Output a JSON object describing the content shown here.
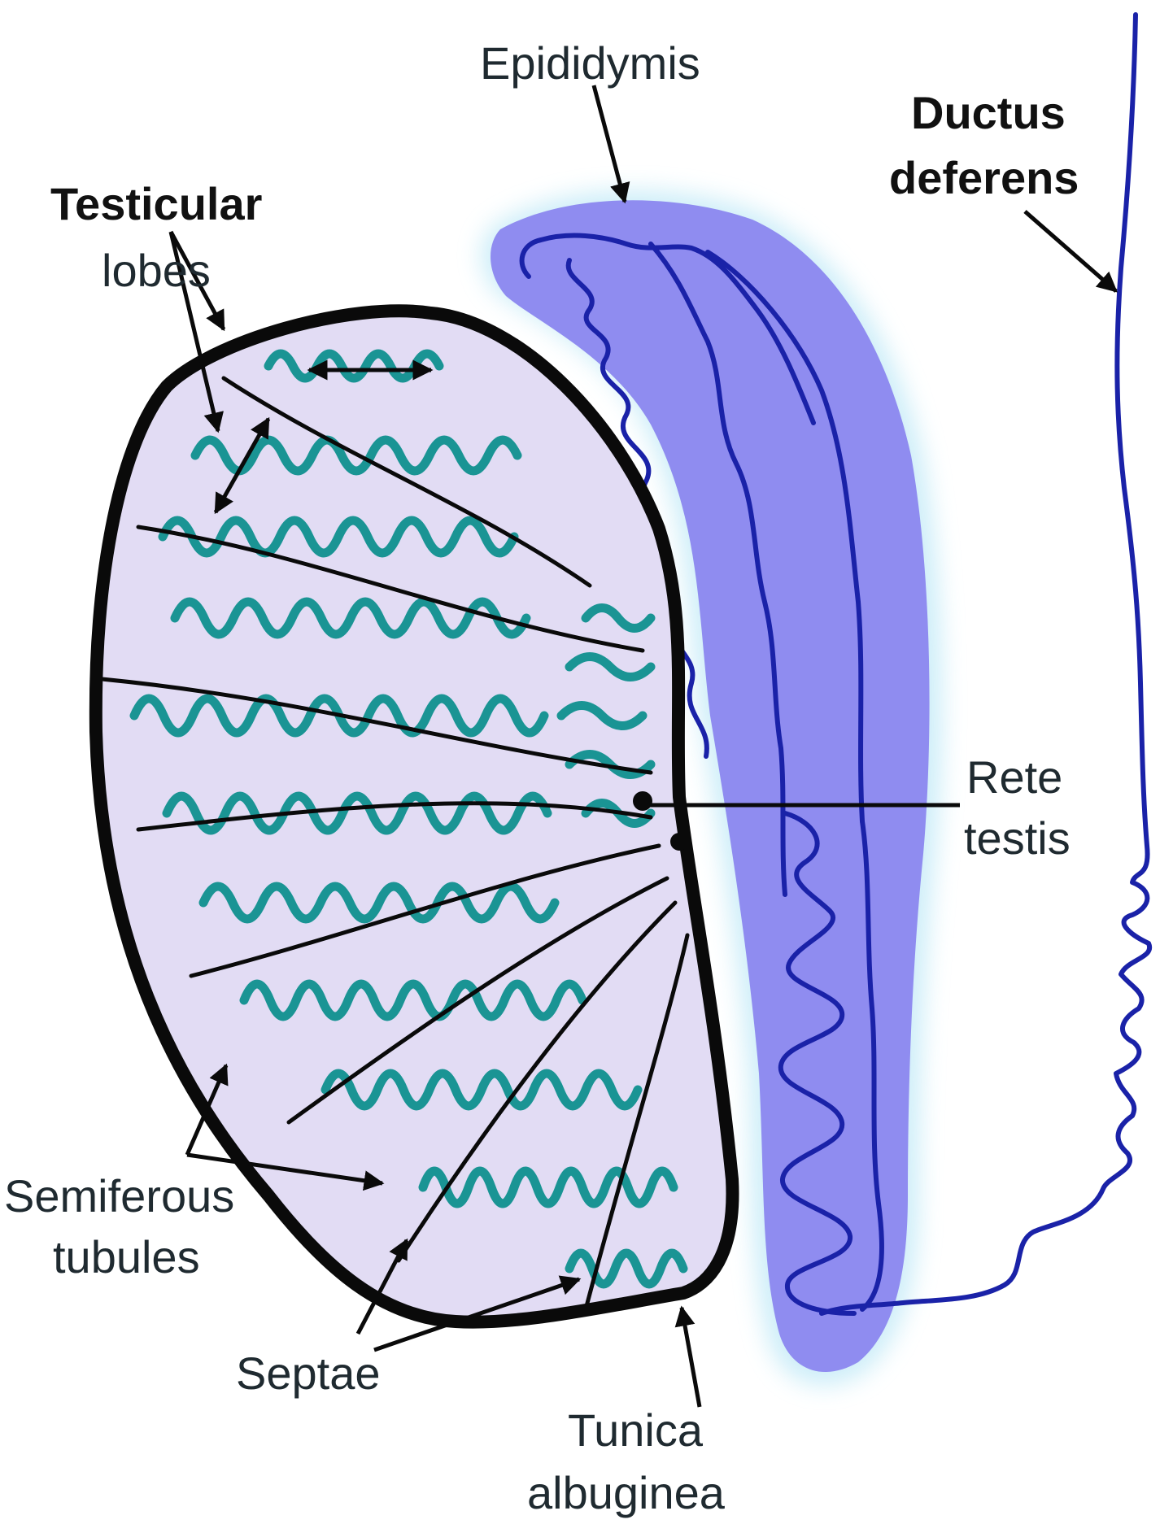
{
  "labels": {
    "epididymis": "Epididymis",
    "ductus_line1": "Ductus",
    "ductus_line2": "deferens",
    "testicular_line1": "Testicular",
    "testicular_line2": "lobes",
    "rete_line1": "Rete",
    "rete_line2": "testis",
    "semiferous_line1": "Semiferous",
    "semiferous_line2": "tubules",
    "septae": "Septae",
    "tunica_line1": "Tunica",
    "tunica_line2": "albuginea"
  },
  "colors": {
    "epididymis_fill": "#8f8cf0",
    "epididymis_glow": "#c9ecf8",
    "duct_blue": "#1a22a8",
    "testis_fill": "#e2dcf4",
    "tubule_teal": "#1a9494",
    "outline": "#0a0a0a"
  }
}
